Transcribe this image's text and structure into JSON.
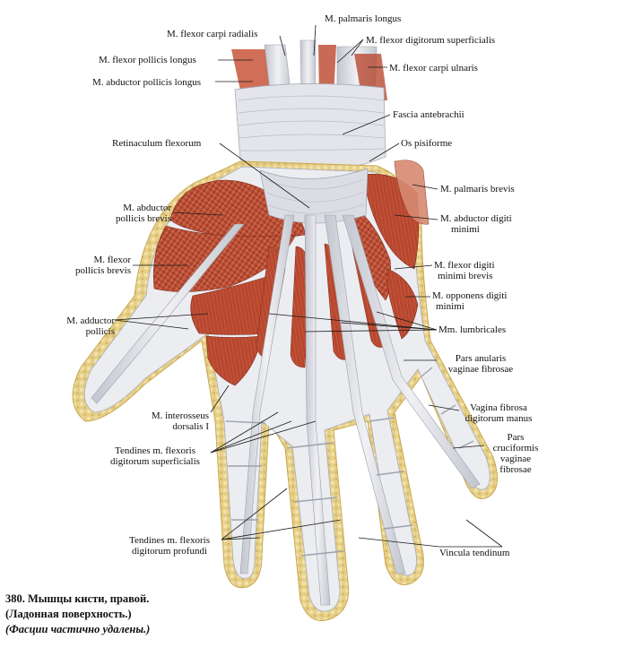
{
  "labels": {
    "flexor_carpi_radialis": "M. flexor carpi radialis",
    "palmaris_longus": "M. palmaris longus",
    "flexor_digitorum_superficialis": "M. flexor digitorum superficialis",
    "flexor_pollicis_longus": "M. flexor  pollicis longus",
    "flexor_carpi_ulnaris": "M. flexor carpi ulnaris",
    "abductor_pollicis_longus": "M. abductor pollicis longus",
    "fascia_antebrachii": "Fascia antebrachii",
    "retinaculum_flexorum": "Retinaculum flexorum",
    "os_pisiforme": "Os pisiforme",
    "palmaris_brevis": "M. palmaris brevis",
    "abductor_pollicis_brevis_1": "M. abductor",
    "abductor_pollicis_brevis_2": "pollicis brevis",
    "abductor_digiti_minimi_1": "M. abductor digiti",
    "abductor_digiti_minimi_2": "minimi",
    "flexor_pollicis_brevis_1": "M. flexor",
    "flexor_pollicis_brevis_2": "pollicis brevis",
    "flexor_digiti_minimi_brevis_1": "M. flexor digiti",
    "flexor_digiti_minimi_brevis_2": "minimi brevis",
    "opponens_digiti_minimi_1": "M. opponens digiti",
    "opponens_digiti_minimi_2": "minimi",
    "adductor_pollicis_1": "M. adductor",
    "adductor_pollicis_2": "pollicis",
    "lumbricales": "Mm. lumbricales",
    "pars_anularis_1": "Pars anularis",
    "pars_anularis_2": "vaginae fibrosae",
    "interosseus_dorsalis_1": "M. interosseus",
    "interosseus_dorsalis_2": "dorsalis I",
    "vagina_fibrosa_1": "Vagina fibrosa",
    "vagina_fibrosa_2": "digitorum manus",
    "pars_cruciformis_1": "Pars",
    "pars_cruciformis_2": "cruciformis",
    "pars_cruciformis_3": "vaginae",
    "pars_cruciformis_4": "fibrosae",
    "tendines_superficialis_1": "Tendines m. flexoris",
    "tendines_superficialis_2": "digitorum superficialis",
    "tendines_profundi_1": "Tendines m. flexoris",
    "tendines_profundi_2": "digitorum profundi",
    "vincula_tendinum": "Vincula tendinum"
  },
  "caption": {
    "line1": "380. Мышцы кисти, правой.",
    "line2": "(Ладонная поверхность.)",
    "line3": "(Фасции частично удалены.)"
  },
  "colors": {
    "muscle": "#b5452c",
    "muscle_light": "#d2775a",
    "tendon": "#e9e9ee",
    "tendon_shadow": "#b9bcc6",
    "fat": "#e8d28c",
    "line": "#1a1a1a"
  }
}
